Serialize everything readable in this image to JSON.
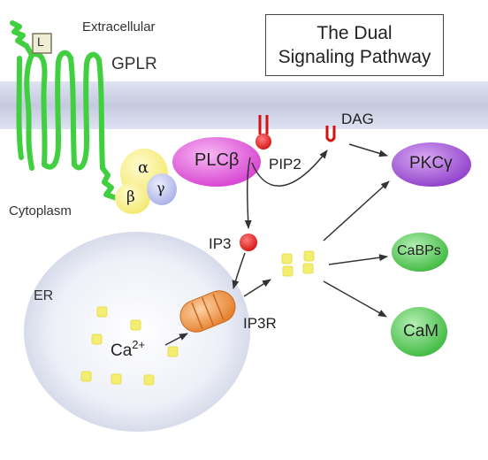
{
  "title": {
    "line1": "The Dual",
    "line2": "Signaling Pathway"
  },
  "regions": {
    "extracellular": "Extracellular",
    "cytoplasm": "Cytoplasm"
  },
  "receptor": {
    "label": "GPLR",
    "ligand": "L"
  },
  "g_protein": {
    "alpha": "α",
    "beta": "β",
    "gamma": "γ"
  },
  "enzymes": {
    "plc": "PLCβ",
    "pip2": "PIP2",
    "dag": "DAG",
    "ip3": "IP3"
  },
  "targets": {
    "pkc": "PKCγ",
    "cabps": "CaBPs",
    "cam": "CaM"
  },
  "er": {
    "label": "ER",
    "receptor": "IP3R",
    "calcium_base": "Ca",
    "calcium_charge": "2+"
  },
  "colors": {
    "membrane": "#c9cde3",
    "receptor": "#44d444",
    "g_alpha": "#fbf28a",
    "g_gamma": "#b9bfee",
    "plc": "#e24fd9",
    "pkc": "#a54fd8",
    "calcium_target": "#4fc94f",
    "ip3r": "#f29a44",
    "messenger": "#e01b1b",
    "calcium_ion": "#f4ee70"
  }
}
